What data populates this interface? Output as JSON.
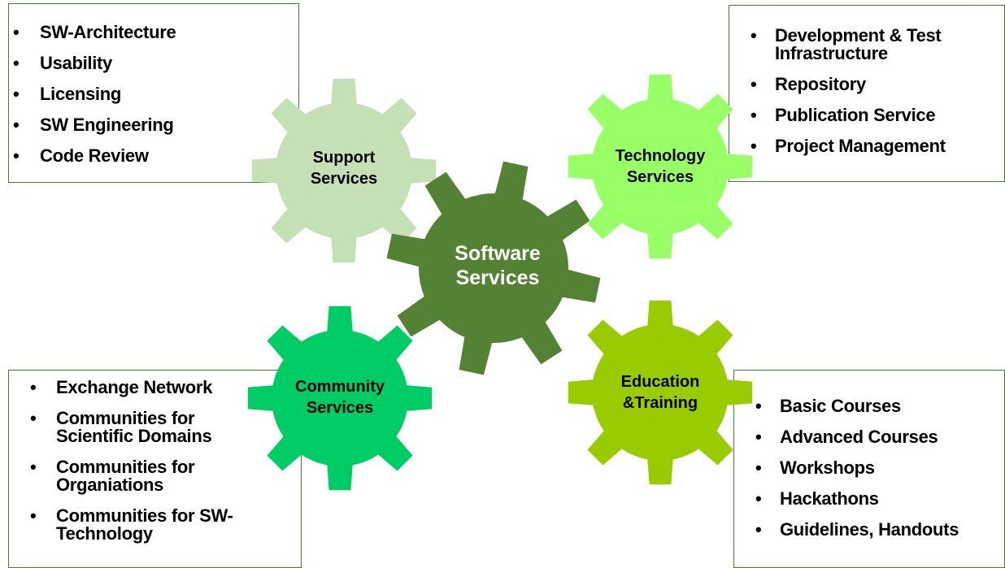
{
  "center": {
    "line1": "Software",
    "line2": "Services",
    "color": "#548235"
  },
  "support": {
    "line1": "Support",
    "line2": "Services",
    "color": "#c5e0b4",
    "items": [
      "SW-Architecture",
      "Usability",
      "Licensing",
      "SW Engineering",
      "Code Review"
    ]
  },
  "technology": {
    "line1": "Technology",
    "line2": "Services",
    "color": "#99ff66",
    "items": [
      "Development & Test",
      "Infrastructure",
      "Repository",
      "Publication Service",
      "Project Management"
    ]
  },
  "community": {
    "line1": "Community",
    "line2": "Services",
    "color": "#00cc66",
    "items": [
      "Exchange Network",
      "Communities for",
      "Scientific Domains",
      "Communities for",
      "Organiations",
      "Communities for SW-",
      "Technology"
    ]
  },
  "education": {
    "line1": "Education",
    "line2": "&Training",
    "color": "#99cc00",
    "items": [
      "Basic Courses",
      "Advanced Courses",
      "Workshops",
      "Hackathons",
      "Guidelines, Handouts"
    ]
  },
  "bullet": "•"
}
